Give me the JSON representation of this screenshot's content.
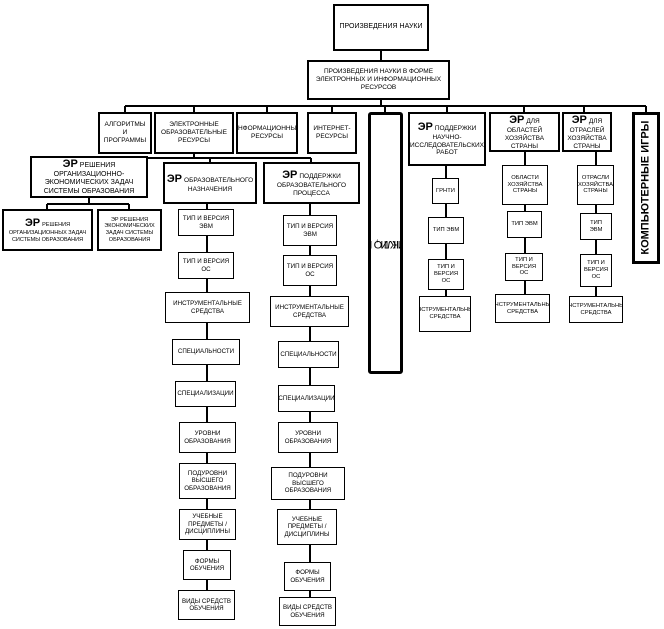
{
  "diagram": {
    "root": "ПРОИЗВЕДЕНИЯ НАУКИ",
    "electronic": "ПРОИЗВЕДЕНИЯ НАУКИ В ФОРМЕ ЭЛЕКТРОННЫХ И ИНФОРМАЦИОННЫХ РЕСУРСОВ",
    "er_prefix": "ЭР",
    "level2": {
      "algorithms": "АЛГОРИТМЫ И ПРОГРАММЫ",
      "edu_resources": "ЭЛЕКТРОННЫЕ ОБРАЗОВАТЕЛЬНЫЕ РЕСУРСЫ",
      "info_resources": "ИНФОРМАЦИОННЫЕ РЕСУРСЫ",
      "internet": "ИНТЕРНЕТ-РЕСУРСЫ",
      "encyclopedia_line1": "ЭНЦИКЛОПЕДИИ,",
      "encyclopedia_line2": "СПРАВОЧНИКИ, СЛОВАРИ",
      "research": "ПОДДЕРЖКИ НАУЧНО-ИССЛЕДОВАТЕЛЬСКИХ РАБОТ",
      "economy_areas": "ДЛЯ ОБЛАСТЕЙ ХОЗЯЙСТВА СТРАНЫ",
      "economy_branches": "ДЛЯ ОТРАСЛЕЙ ХОЗЯЙСТВА СТРАНЫ",
      "games": "КОМПЬЮТЕРНЫЕ ИГРЫ"
    },
    "org_econ": {
      "title": "РЕШЕНИЯ ОРГАНИЗАЦИОННО-ЭКОНОМИЧЕСКИХ ЗАДАЧ СИСТЕМЫ ОБРАЗОВАНИЯ",
      "child1": "РЕШЕНИЯ ОРГАНИЗАЦИОННЫХ ЗАДАЧ СИСТЕМЫ ОБРАЗОВАНИЯ",
      "child2": "ЭР РЕШЕНИЯ ЭКОНОМИЧЕСКИХ ЗАДАЧ СИСТЕМЫ ОБРАЗОВАНИЯ"
    },
    "edu_purpose": {
      "title": "ОБРАЗОВАТЕЛЬНОГО НАЗНАЧЕНИЯ",
      "items": [
        "ТИП И ВЕРСИЯ ЭВМ",
        "ТИП И ВЕРСИЯ ОС",
        "ИНСТРУМЕНТАЛЬНЫЕ СРЕДСТВА",
        "СПЕЦИАЛЬНОСТИ",
        "СПЕЦИАЛИЗАЦИИ",
        "УРОВНИ ОБРАЗОВАНИЯ",
        "ПОДУРОВНИ ВЫСШЕГО ОБРАЗОВАНИЯ",
        "УЧЕБНЫЕ ПРЕДМЕТЫ / ДИСЦИПЛИНЫ",
        "ФОРМЫ ОБУЧЕНИЯ",
        "ВИДЫ СРЕДСТВ ОБУЧЕНИЯ"
      ]
    },
    "edu_support": {
      "title": "ПОДДЕРЖКИ ОБРАЗОВАТЕЛЬНОГО ПРОЦЕССА",
      "items": [
        "ТИП И ВЕРСИЯ ЭВМ",
        "ТИП И ВЕРСИЯ ОС",
        "ИНСТРУМЕНТАЛЬНЫЕ СРЕДСТВА",
        "СПЕЦИАЛЬНОСТИ",
        "СПЕЦИАЛИЗАЦИИ",
        "УРОВНИ ОБРАЗОВАНИЯ",
        "ПОДУРОВНИ ВЫСШЕГО ОБРАЗОВАНИЯ",
        "УЧЕБНЫЕ ПРЕДМЕТЫ / ДИСЦИПЛИНЫ",
        "ФОРМЫ ОБУЧЕНИЯ",
        "ВИДЫ СРЕДСТВ ОБУЧЕНИЯ"
      ]
    },
    "research_items": [
      "ГРНТИ",
      "ТИП ЭВМ",
      "ТИП И ВЕРСИЯ ОС",
      "ИНСТРУМЕНТАЛЬНЫЕ СРЕДСТВА"
    ],
    "areas_items": [
      "ОБЛАСТИ ХОЗЯЙСТВА СТРАНЫ",
      "ТИП ЭВМ",
      "ТИП И ВЕРСИЯ ОС",
      "ИНСТРУМЕНТАЛЬНЫЕ СРЕДСТВА"
    ],
    "branches_items": [
      "ОТРАСЛИ ХОЗЯЙСТВА СТРАНЫ",
      "ТИП ЭВМ",
      "ТИП И ВЕРСИЯ ОС",
      "ИНСТРУМЕНТАЛЬНЫЕ СРЕДСТВА"
    ]
  }
}
